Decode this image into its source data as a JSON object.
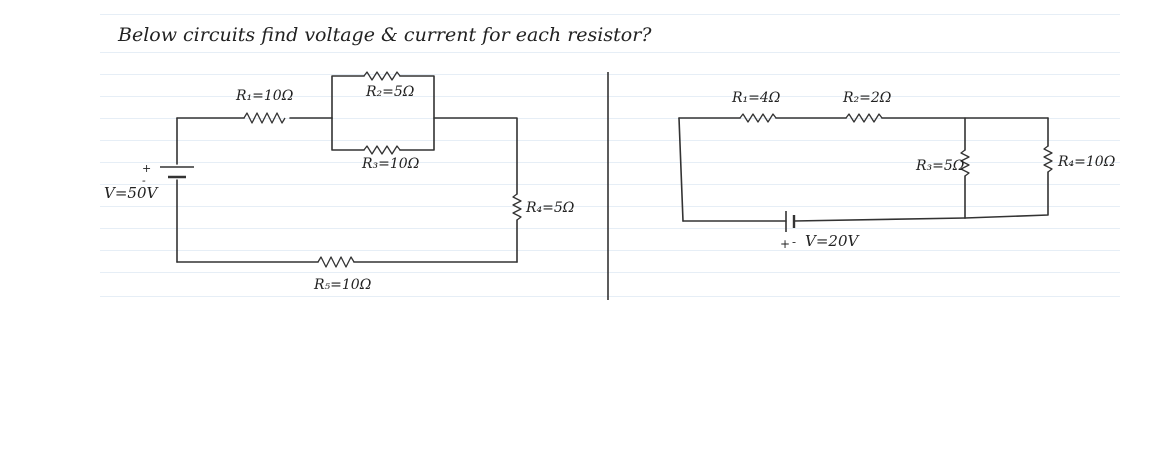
{
  "title": "Below circuits find voltage & current for each resistor?",
  "left_circuit": {
    "source_plus": "+",
    "source_minus": "-",
    "source_label": "V=50V",
    "r1": "R₁=10Ω",
    "r2": "R₂=5Ω",
    "r3": "R₃=10Ω",
    "r4": "R₄=5Ω",
    "r5": "R₅=10Ω"
  },
  "right_circuit": {
    "r1": "R₁=4Ω",
    "r2": "R₂=2Ω",
    "r3": "R₃=5Ω",
    "r4": "R₄=10Ω",
    "source_plus": "+",
    "source_minus": "-",
    "source_label": "V=20V"
  },
  "colors": {
    "ink": "#222222",
    "rule": "#e6eef6",
    "paper": "#ffffff"
  }
}
